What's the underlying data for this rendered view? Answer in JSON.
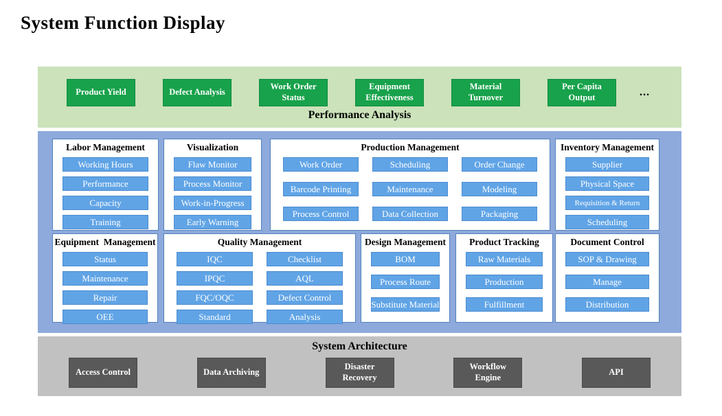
{
  "page": {
    "title": "System Function Display"
  },
  "performance": {
    "label": "Performance Analysis",
    "more": "...",
    "buttons": [
      "Product Yield",
      "Defect Analysis",
      "Work Order Status",
      "Equipment Effectiveness",
      "Material Turnover",
      "Per Capita Output"
    ]
  },
  "modules": {
    "row1": [
      {
        "title": "Labor Management",
        "items": [
          "Working Hours",
          "Performance",
          "Capacity",
          "Training"
        ]
      },
      {
        "title": "Visualization",
        "items": [
          "Flaw Monitor",
          "Process Monitor",
          "Work-in-Progress",
          "Early Warning"
        ]
      },
      {
        "title": "Production Management",
        "items": [
          "Work Order",
          "Scheduling",
          "Order Change",
          "Barcode Printing",
          "Maintenance",
          "Modeling",
          "Process Control",
          "Data Collection",
          "Packaging"
        ]
      },
      {
        "title": "Inventory Management",
        "items": [
          "Supplier",
          "Physical Space",
          "Requisition & Return",
          "Scheduling"
        ]
      }
    ],
    "row2": [
      {
        "title": "Equipment  Management",
        "items": [
          "Status",
          "Maintenance",
          "Repair",
          "OEE"
        ]
      },
      {
        "title": "Quality Management",
        "items": [
          "IQC",
          "Checklist",
          "IPQC",
          "AQL",
          "FQC/OQC",
          "Defect Control",
          "Standard",
          "Analysis"
        ]
      },
      {
        "title": "Design Management",
        "items": [
          "BOM",
          "Process Route",
          "Substitute Material"
        ]
      },
      {
        "title": "Product Tracking",
        "items": [
          "Raw Materials",
          "Production",
          "Fulfillment"
        ]
      },
      {
        "title": "Document Control",
        "items": [
          "SOP & Drawing",
          "Manage",
          "Distribution"
        ]
      }
    ]
  },
  "architecture": {
    "label": "System Architecture",
    "buttons": [
      "Access Control",
      "Data Archiving",
      "Disaster Recovery",
      "Workflow Engine",
      "API"
    ]
  },
  "colors": {
    "band_green": "#cbe2ba",
    "band_blue": "#8ea9db",
    "band_gray": "#c1c1c1",
    "btn_green": "#18a24b",
    "btn_green_border": "#128c40",
    "btn_blue": "#60a4e6",
    "btn_blue_border": "#4b8bd0",
    "btn_dark": "#595959",
    "btn_dark_border": "#4a4a4a",
    "card_border": "#4f81bd"
  }
}
